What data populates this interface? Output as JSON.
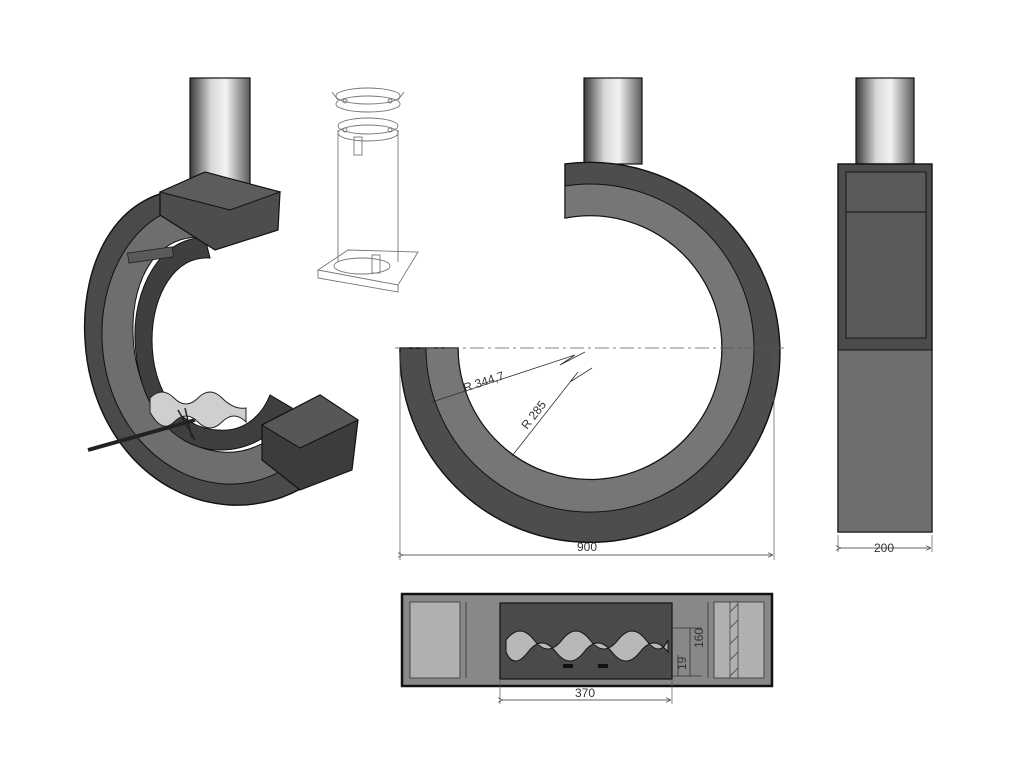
{
  "dimensions": {
    "outer_radius": "R 344,7",
    "inner_radius": "R 285",
    "overall_width": "900",
    "depth": "200",
    "burner_length": "370",
    "burner_height": "160",
    "burner_inset": "19"
  },
  "colors": {
    "body_dark": "#4a4a4a",
    "body_mid": "#707070",
    "body_light": "#9a9a9a",
    "outline": "#111111",
    "background": "#ffffff"
  }
}
